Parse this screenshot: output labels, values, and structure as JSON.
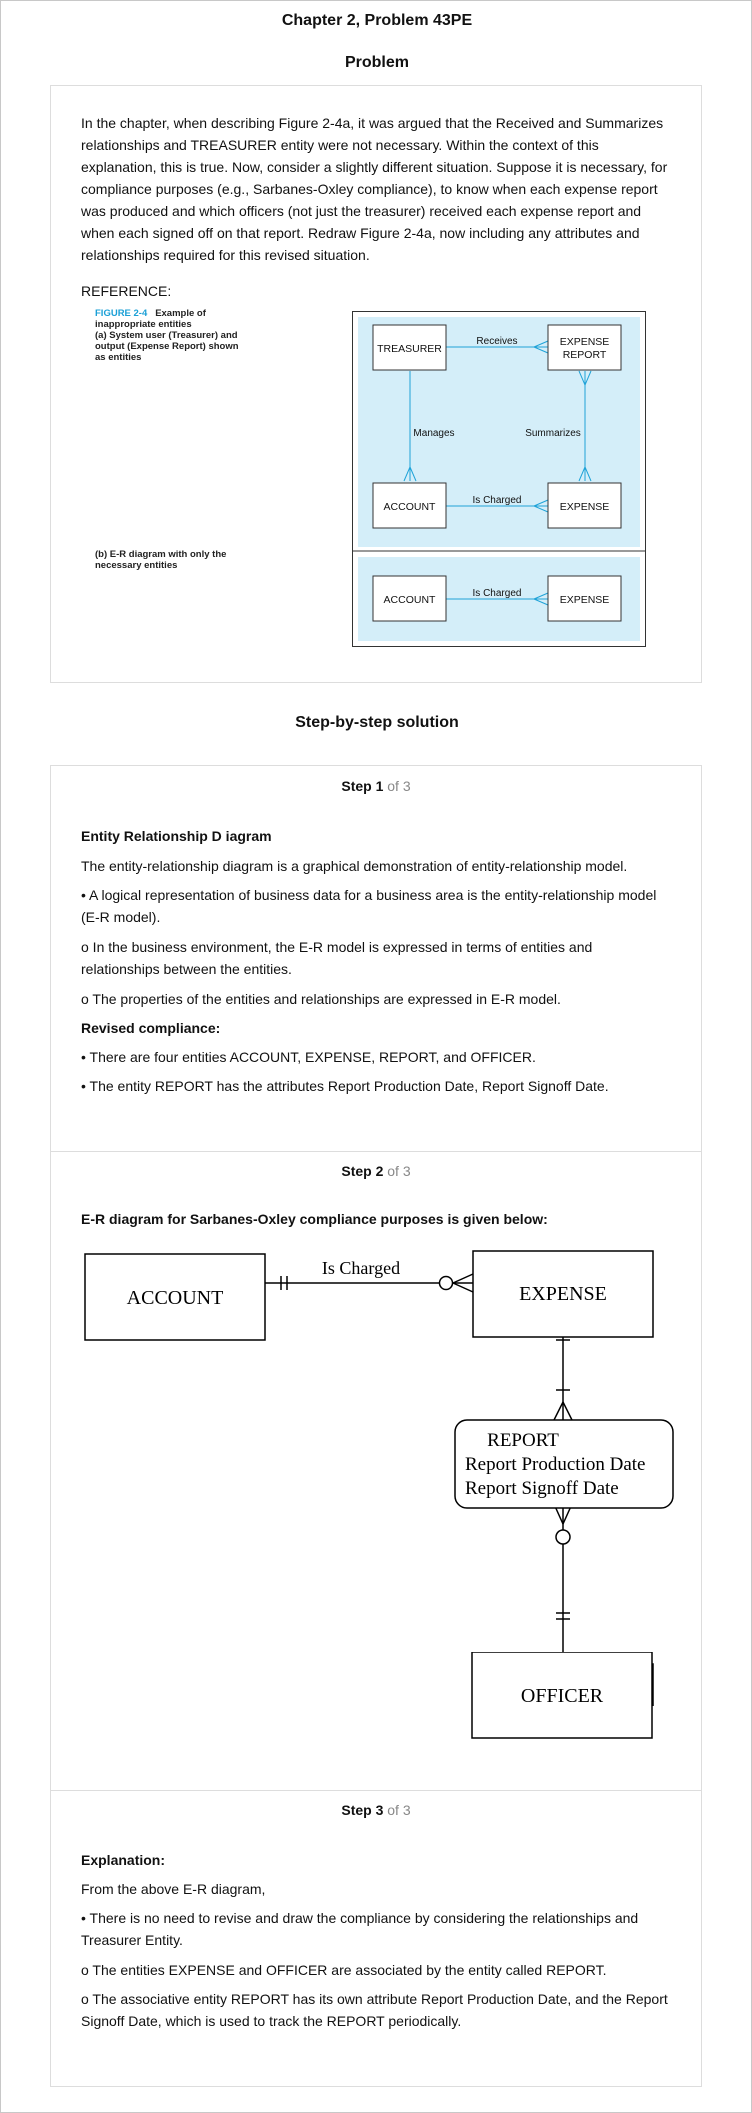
{
  "page": {
    "title": "Chapter 2, Problem 43PE",
    "problem_heading": "Problem",
    "solution_heading": "Step-by-step solution"
  },
  "problem": {
    "text": "In the chapter, when describing Figure 2-4a, it was argued that the Received and Summarizes relationships and TREASURER entity were not necessary. Within the context of this explanation, this is true. Now, consider a slightly different situation. Suppose it is necessary, for compliance purposes (e.g., Sarbanes-Oxley compliance), to know when each expense report was produced and which officers (not just the treasurer) received each expense report and when each signed off on that report. Redraw Figure 2-4a, now including any attributes and relationships required for this revised situation.",
    "reference_label": "REFERENCE:",
    "figure": {
      "caption_fig": "FIGURE 2-4",
      "caption_title": "Example of inappropriate entities",
      "caption_a": "(a) System user (Treasurer) and output (Expense Report) shown as entities",
      "caption_b": "(b) E-R diagram with only the necessary entities",
      "a": {
        "treasurer": "TREASURER",
        "expense_report_1": "EXPENSE",
        "expense_report_2": "REPORT",
        "account": "ACCOUNT",
        "expense": "EXPENSE",
        "receives": "Receives",
        "manages": "Manages",
        "summarizes": "Summarizes",
        "is_charged": "Is Charged"
      },
      "b": {
        "account": "ACCOUNT",
        "expense": "EXPENSE",
        "is_charged": "Is Charged"
      }
    }
  },
  "steps": [
    {
      "num": "Step 1",
      "of": "of 3",
      "heading": "Entity Relationship D iagram",
      "lines": [
        "The entity-relationship diagram is a graphical demonstration of entity-relationship model.",
        "• A logical representation of business data for a business area is the entity-relationship model (E-R model).",
        "o In the business environment, the E-R model is expressed in terms of entities and relationships between the entities.",
        "o The properties of the entities and relationships are expressed in E-R model."
      ],
      "subheading": "Revised compliance:",
      "lines2": [
        "• There are four entities ACCOUNT, EXPENSE, REPORT, and OFFICER.",
        "• The entity REPORT has the attributes Report Production Date, Report Signoff Date."
      ]
    },
    {
      "num": "Step 2",
      "of": "of 3",
      "heading": "E-R diagram for Sarbanes-Oxley compliance purposes is given below:",
      "diagram": {
        "account": "ACCOUNT",
        "expense": "EXPENSE",
        "is_charged": "Is Charged",
        "report": "REPORT",
        "report_attr1": "Report Production Date",
        "report_attr2": "Report Signoff Date",
        "officer": "OFFICER"
      }
    },
    {
      "num": "Step 3",
      "of": "of 3",
      "heading": "Explanation:",
      "lines": [
        "From the above E-R diagram,",
        "• There is no need to revise and draw the compliance by considering the relationships and Treasurer Entity.",
        "o The entities EXPENSE and OFFICER are associated by the entity called REPORT.",
        "o The associative entity REPORT has its own attribute Report Production Date, and the Report Signoff Date, which is used to track the REPORT periodically."
      ]
    }
  ]
}
